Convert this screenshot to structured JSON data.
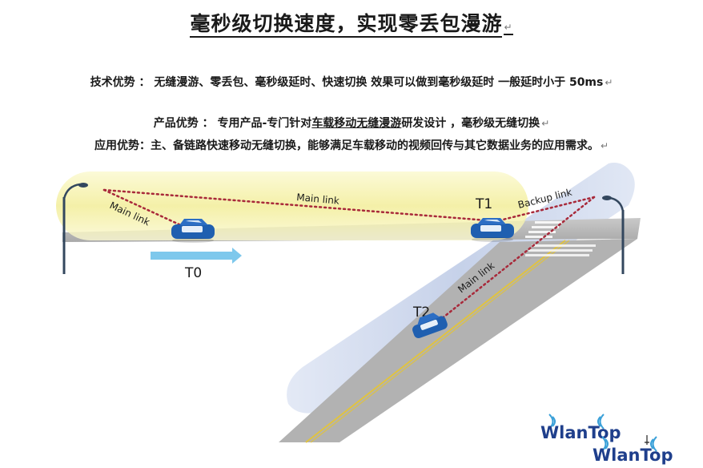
{
  "header": {
    "title": "毫秒级切换速度，实现零丢包漫游"
  },
  "advantages": {
    "tech_label": "技术优势 ：",
    "tech_text": "无缝漫游、零丢包、毫秒级延时、快速切换  效果可以做到毫秒级延时  一般延时小于 50ms",
    "product_label": "产品优势 ：",
    "product_text_a": "专用产品-专门针对",
    "product_text_highlight": "车载移动无缝漫游",
    "product_text_b": "研发设计 ，毫秒级无缝切换",
    "app_label": "应用优势：",
    "app_text": "主、备链路快速移动无缝切换，能够满足车载移动的视频回传与其它数据业务的应用需求。"
  },
  "diagram": {
    "labels": {
      "main_link_left": "Main link",
      "main_link_top": "Main link",
      "backup_link": "Backup link",
      "main_link_diag": "Main link",
      "t0": "T0",
      "t1": "T1",
      "t2": "T2"
    },
    "colors": {
      "yellow_beam": "#f3ef9c",
      "blue_beam": "#c7d3ea",
      "road_gray": "#bdbdbd",
      "link_red": "#a8293a",
      "car_blue": "#1f5fb0",
      "arrow_blue": "#7ec8ec"
    }
  },
  "brand": {
    "logo_a": "WlanTop",
    "logo_b": "WlanTop"
  }
}
